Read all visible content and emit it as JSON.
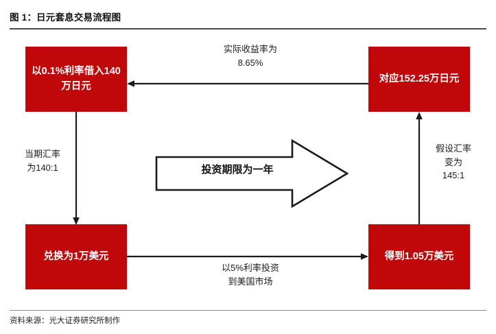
{
  "figure": {
    "title": "图 1：日元套息交易流程图",
    "source": "资料来源：光大证券研究所制作"
  },
  "theme": {
    "box_fill": "#c00709",
    "box_text": "#ffffff",
    "line": "#1a1a1a",
    "rule_top": "#4a4a4a",
    "rule_bottom": "#8c8c8c",
    "page_bg": "#ffffff"
  },
  "diagram": {
    "type": "flowchart",
    "nodes": [
      {
        "id": "borrow-jpy",
        "position": "top-left",
        "label": "以0.1%利率借入140万日元",
        "lines": [
          "以0.1%利率借",
          "入140万日元"
        ]
      },
      {
        "id": "repay-jpy",
        "position": "top-right",
        "label": "对应152.25万日元",
        "lines": [
          "对应152.25万",
          "日元"
        ]
      },
      {
        "id": "convert-usd",
        "position": "bottom-left",
        "label": "兑换为1万美元",
        "lines": [
          "兑换为1万美元"
        ]
      },
      {
        "id": "receive-usd",
        "position": "bottom-right",
        "label": "得到1.05万美元",
        "lines": [
          "得到1.05万美",
          "元"
        ]
      }
    ],
    "edges": [
      {
        "id": "edge-top",
        "from": "repay-jpy",
        "to": "borrow-jpy",
        "direction": "right-to-left",
        "label": "实际收益率为\n8.65%"
      },
      {
        "id": "edge-left",
        "from": "borrow-jpy",
        "to": "convert-usd",
        "direction": "top-to-bottom",
        "label": "当期汇率\n为140:1"
      },
      {
        "id": "edge-bottom",
        "from": "convert-usd",
        "to": "receive-usd",
        "direction": "left-to-right",
        "label": "以5%利率投资\n到美国市场"
      },
      {
        "id": "edge-right",
        "from": "receive-usd",
        "to": "repay-jpy",
        "direction": "bottom-to-top",
        "label": "假设汇率\n变为\n145:1"
      }
    ],
    "center_arrow": {
      "id": "investment-horizon-arrow",
      "label": "投资期限为一年",
      "direction": "left-to-right"
    }
  }
}
